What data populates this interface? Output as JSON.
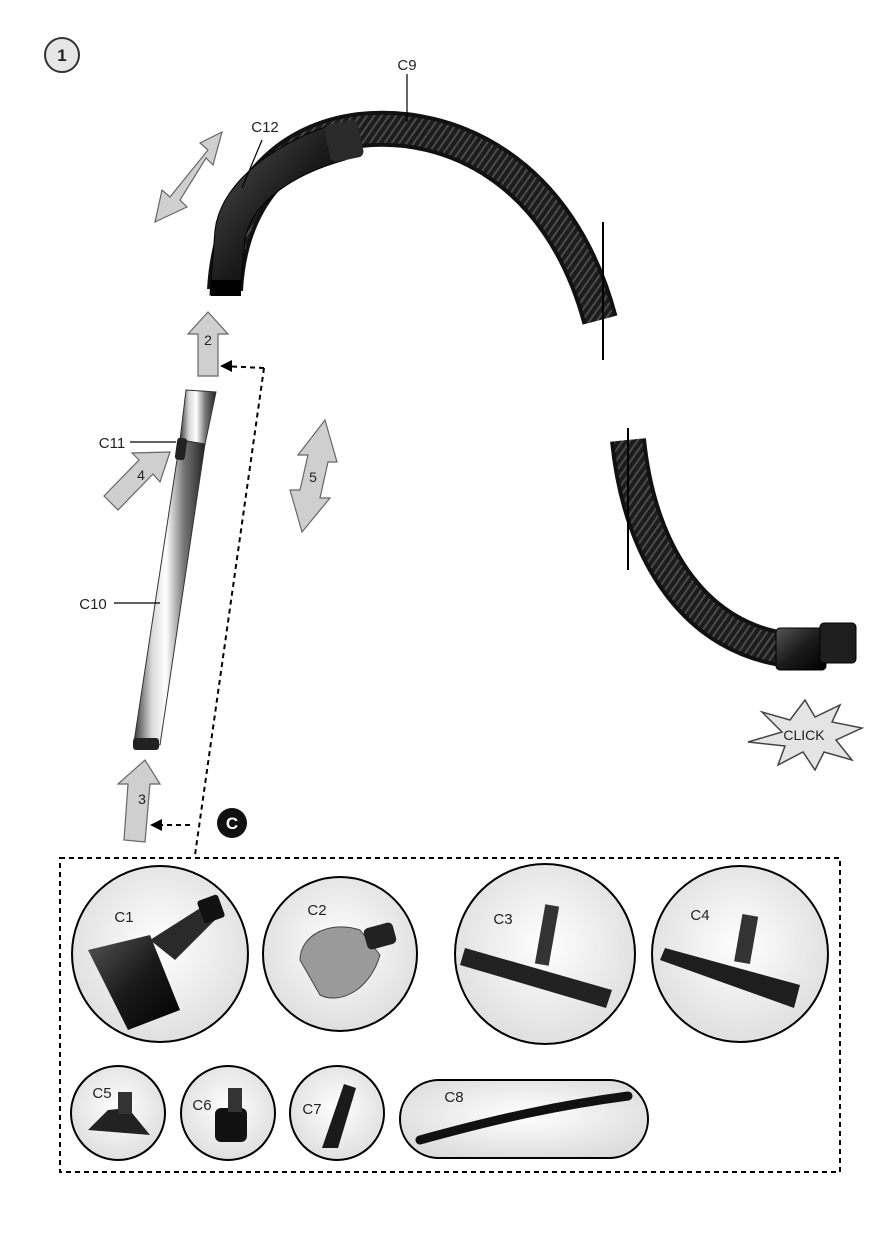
{
  "step_number": "1",
  "section_badge": "C",
  "click_label": "CLICK",
  "parts": {
    "hose": "C9",
    "hose_release": "C12",
    "tube_button": "C11",
    "tube": "C10"
  },
  "arrows": [
    "2",
    "3",
    "4",
    "5"
  ],
  "accessories": [
    "C1",
    "C2",
    "C3",
    "C4",
    "C5",
    "C6",
    "C7",
    "C8"
  ]
}
